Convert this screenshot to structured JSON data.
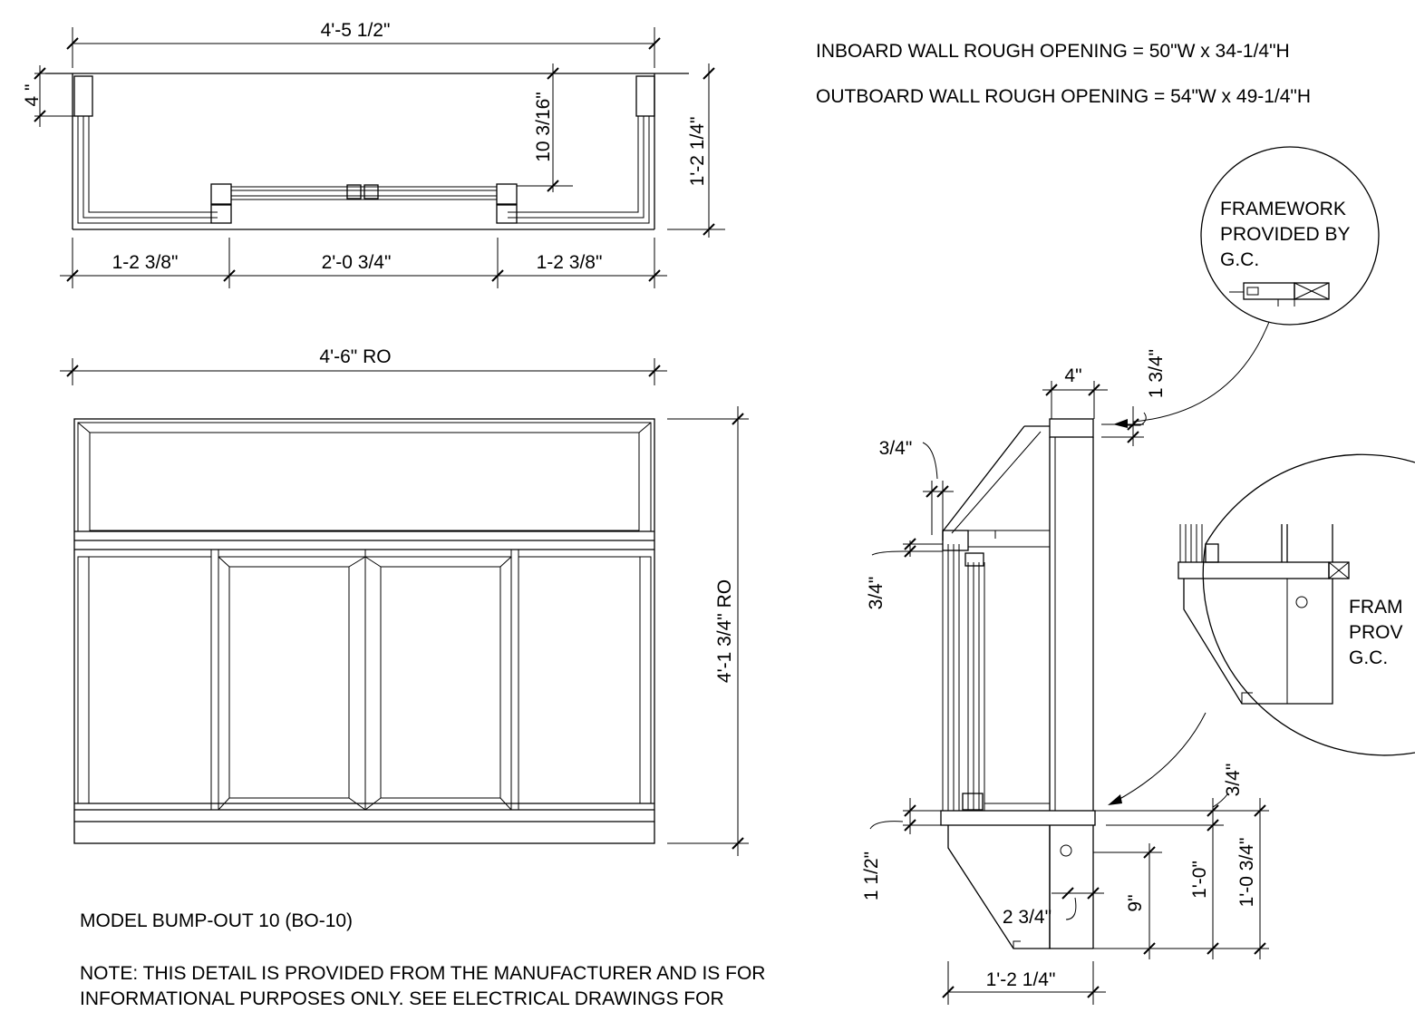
{
  "notes": {
    "inboard": "INBOARD WALL ROUGH OPENING = 50\"W x 34-1/4\"H",
    "outboard": "OUTBOARD WALL ROUGH OPENING = 54\"W x 49-1/4\"H",
    "model": "MODEL BUMP-OUT 10 (BO-10)",
    "note_line1": "NOTE: THIS DETAIL IS PROVIDED FROM THE MANUFACTURER AND IS FOR",
    "note_line2": "INFORMATIONAL PURPOSES ONLY. SEE ELECTRICAL DRAWINGS FOR"
  },
  "plan": {
    "overall_width": "4'-5 1/2\"",
    "left_depth": "4 \"",
    "inner_depth": "10 3/16\"",
    "right_depth": "1'-2 1/4\"",
    "seg_left": "1-2 3/8\"",
    "seg_center": "2'-0 3/4\"",
    "seg_right": "1-2 3/8\""
  },
  "elevation": {
    "width": "4'-6\" RO",
    "height": "4'-1 3/4\" RO"
  },
  "section": {
    "top_depth": "4\"",
    "top_right": "1 3/4\"",
    "left_a": "3/4\"",
    "left_b": "3/4\"",
    "left_c": "1 1/2\"",
    "right_a": "3/4\"",
    "right_b": "1'-0 3/4\"",
    "right_c": "1'-0\"",
    "inner": "9\"",
    "bottom_small": "2 3/4\"",
    "bottom_width": "1'-2 1/4\""
  },
  "callouts": {
    "top_line1": "FRAMEWORK",
    "top_line2": "PROVIDED BY",
    "top_line3": "G.C.",
    "bottom_line1": "FRAM",
    "bottom_line2": "PROV",
    "bottom_line3": "G.C."
  }
}
